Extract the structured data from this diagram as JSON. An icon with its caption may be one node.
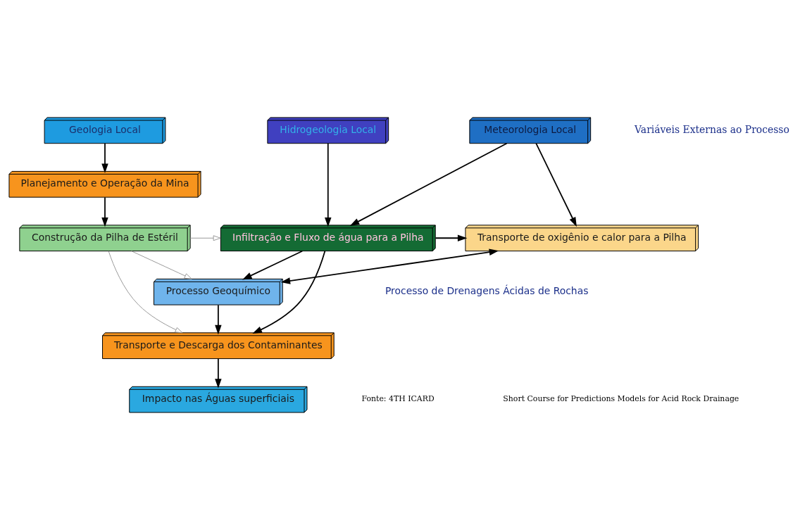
{
  "diagram": {
    "nodes": [
      {
        "text": [
          "Geologia Local"
        ]
      },
      {
        "text": [
          "Hidrogeologia Local"
        ]
      },
      {
        "text": [
          "Meteorologia Local"
        ]
      },
      {
        "text": [
          "Planejamento e Operação da Mina"
        ]
      },
      {
        "text": [
          "Construção da Pilha de Estéril"
        ]
      },
      {
        "text": [
          "Infiltração e Fluxo de água para a Pilha"
        ]
      },
      {
        "text": [
          "Transporte de oxigênio e calor para a Pilha"
        ]
      },
      {
        "text": [
          "Processo Geoquímico"
        ]
      },
      {
        "text": [
          "Transporte e Descarga dos Contaminantes"
        ]
      },
      {
        "text": [
          "Impacto nas Águas superficiais"
        ]
      }
    ],
    "edges": [
      {
        "from": 0,
        "to": 3,
        "arrow": "to"
      },
      {
        "from": 3,
        "to": 4,
        "arrow": "to"
      },
      {
        "from": 1,
        "to": 5,
        "arrow": "to"
      },
      {
        "from": 2,
        "to": 5,
        "arrow": "to"
      },
      {
        "from": 2,
        "to": 6,
        "arrow": "to"
      },
      {
        "from": 4,
        "to": 5,
        "arrow": "to",
        "color": "#999999"
      },
      {
        "from": 4,
        "to": 7,
        "arrow": "to",
        "color": "#999999"
      },
      {
        "from": 4,
        "to": 8,
        "arrow": "to",
        "color": "#999999"
      },
      {
        "from": 5,
        "to": 6,
        "arrow": "to"
      },
      {
        "from": 5,
        "to": 7,
        "arrow": "to"
      },
      {
        "from": 5,
        "to": 8,
        "arrow": "to"
      },
      {
        "from": 7,
        "to": 8,
        "arrow": "to"
      },
      {
        "from": 7,
        "to": 6,
        "arrow": "both"
      },
      {
        "from": 8,
        "to": 9,
        "arrow": "to"
      }
    ],
    "labels": [
      "Variáveis Externas ao Processo",
      "Processo de Drenagens Ácidas de Rochas",
      "Fonte: 4TH ICARD",
      "Short Course for Predictions Models for Acid Rock Drainage"
    ]
  }
}
